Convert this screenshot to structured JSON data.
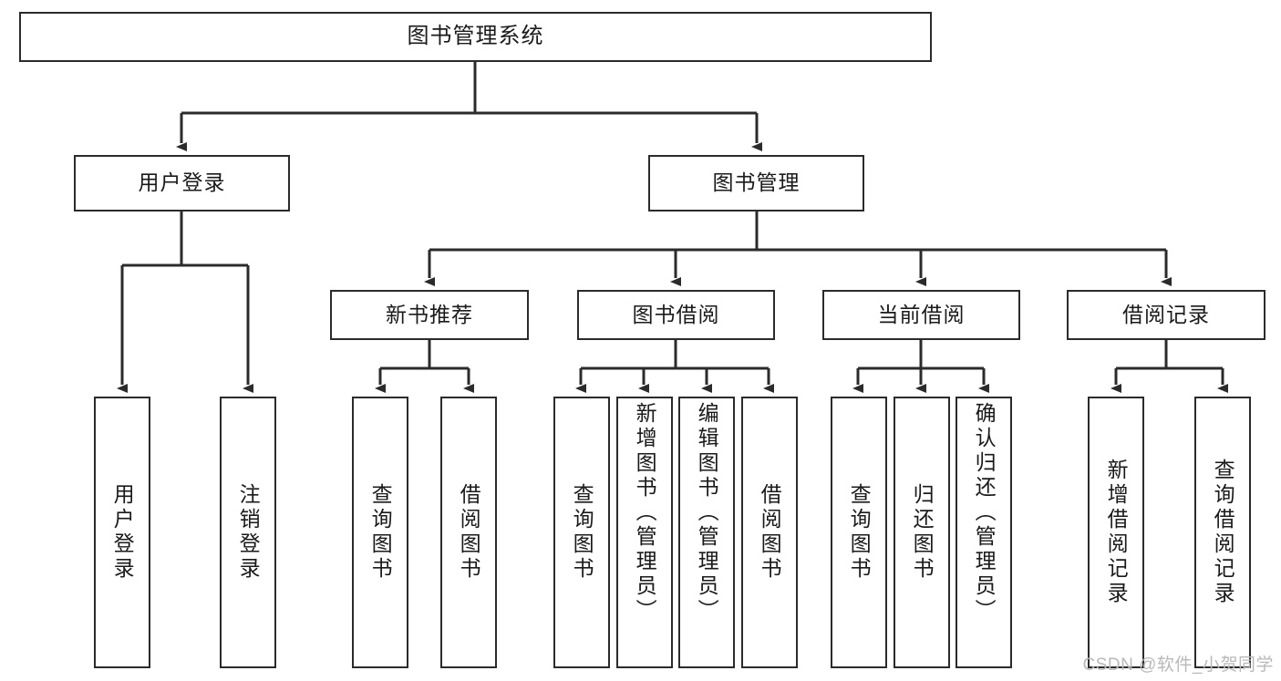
{
  "diagram": {
    "title_text": "图书管理系统",
    "watermark": "CSDN @软件_小贺同学",
    "colors": {
      "stroke": "#2b2b2b",
      "text": "#1a1a1a",
      "background": "#ffffff",
      "watermark": "#b9b9b9"
    },
    "nodes": {
      "root": {
        "label": "图书管理系统",
        "level": 1
      },
      "level2": [
        {
          "id": "user-login",
          "label": "用户登录"
        },
        {
          "id": "book-management",
          "label": "图书管理"
        }
      ],
      "level3": [
        {
          "id": "new-book-recommend",
          "label": "新书推荐"
        },
        {
          "id": "book-borrow",
          "label": "图书借阅"
        },
        {
          "id": "current-borrow",
          "label": "当前借阅"
        },
        {
          "id": "borrow-record",
          "label": "借阅记录"
        }
      ],
      "leaves": [
        {
          "id": "leaf-user-login",
          "label": "用户登录",
          "parent": "user-login"
        },
        {
          "id": "leaf-logout",
          "label": "注销登录",
          "parent": "user-login"
        },
        {
          "id": "leaf-query-book-1",
          "label": "查询图书",
          "parent": "new-book-recommend"
        },
        {
          "id": "leaf-borrow-book-1",
          "label": "借阅图书",
          "parent": "new-book-recommend"
        },
        {
          "id": "leaf-query-book-2",
          "label": "查询图书",
          "parent": "book-borrow"
        },
        {
          "id": "leaf-add-book",
          "label": "新增图书（管理员）",
          "parent": "book-borrow"
        },
        {
          "id": "leaf-edit-book",
          "label": "编辑图书（管理员）",
          "parent": "book-borrow"
        },
        {
          "id": "leaf-borrow-book-2",
          "label": "借阅图书",
          "parent": "book-borrow"
        },
        {
          "id": "leaf-query-book-3",
          "label": "查询图书",
          "parent": "current-borrow"
        },
        {
          "id": "leaf-return-book",
          "label": "归还图书",
          "parent": "current-borrow"
        },
        {
          "id": "leaf-confirm-return",
          "label": "确认归还（管理员）",
          "parent": "current-borrow"
        },
        {
          "id": "leaf-add-record",
          "label": "新增借阅记录",
          "parent": "borrow-record"
        },
        {
          "id": "leaf-query-record",
          "label": "查询借阅记录",
          "parent": "borrow-record"
        }
      ]
    }
  },
  "chart_data": {
    "type": "table",
    "title": "图书管理系统",
    "tree": {
      "label": "图书管理系统",
      "children": [
        {
          "label": "用户登录",
          "children": [
            {
              "label": "用户登录"
            },
            {
              "label": "注销登录"
            }
          ]
        },
        {
          "label": "图书管理",
          "children": [
            {
              "label": "新书推荐",
              "children": [
                {
                  "label": "查询图书"
                },
                {
                  "label": "借阅图书"
                }
              ]
            },
            {
              "label": "图书借阅",
              "children": [
                {
                  "label": "查询图书"
                },
                {
                  "label": "新增图书（管理员）"
                },
                {
                  "label": "编辑图书（管理员）"
                },
                {
                  "label": "借阅图书"
                }
              ]
            },
            {
              "label": "当前借阅",
              "children": [
                {
                  "label": "查询图书"
                },
                {
                  "label": "归还图书"
                },
                {
                  "label": "确认归还（管理员）"
                }
              ]
            },
            {
              "label": "借阅记录",
              "children": [
                {
                  "label": "新增借阅记录"
                },
                {
                  "label": "查询借阅记录"
                }
              ]
            }
          ]
        }
      ]
    }
  }
}
